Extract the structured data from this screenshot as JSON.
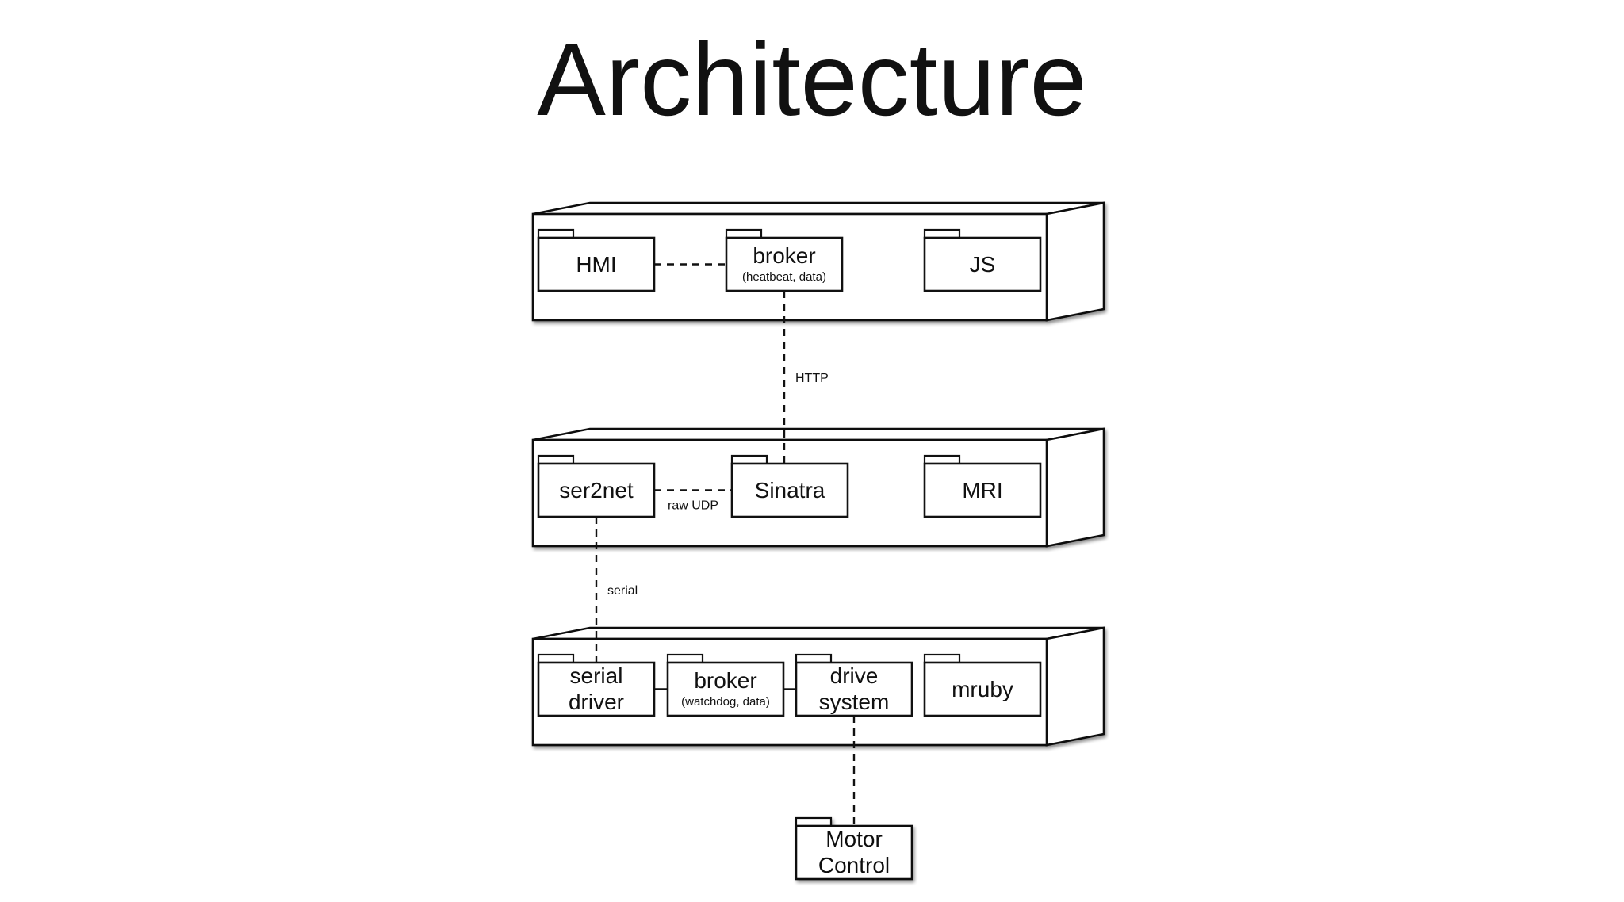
{
  "title": "Architecture",
  "nodes": [
    {
      "packages": [
        {
          "label": "HMI",
          "sub": ""
        },
        {
          "label": "broker",
          "sub": "(heatbeat, data)"
        },
        {
          "label": "JS",
          "sub": ""
        }
      ]
    },
    {
      "packages": [
        {
          "label": "ser2net",
          "sub": ""
        },
        {
          "label": "Sinatra",
          "sub": ""
        },
        {
          "label": "MRI",
          "sub": ""
        }
      ]
    },
    {
      "packages": [
        {
          "label": "serial\ndriver",
          "sub": ""
        },
        {
          "label": "broker",
          "sub": "(watchdog, data)"
        },
        {
          "label": "drive\nsystem",
          "sub": ""
        },
        {
          "label": "mruby",
          "sub": ""
        }
      ]
    }
  ],
  "standalone": {
    "label": "Motor\nControl",
    "sub": ""
  },
  "connections": [
    {
      "from": "HMI",
      "to": "broker (heatbeat, data)",
      "style": "dashed",
      "label": ""
    },
    {
      "from": "broker (heatbeat, data)",
      "to": "Sinatra",
      "style": "dashed",
      "label": "HTTP"
    },
    {
      "from": "ser2net",
      "to": "Sinatra",
      "style": "dashed",
      "label": "raw UDP"
    },
    {
      "from": "ser2net",
      "to": "serial driver",
      "style": "dashed",
      "label": "serial"
    },
    {
      "from": "serial driver",
      "to": "broker (watchdog, data)",
      "style": "solid",
      "label": ""
    },
    {
      "from": "broker (watchdog, data)",
      "to": "drive system",
      "style": "solid",
      "label": ""
    },
    {
      "from": "drive system",
      "to": "Motor Control",
      "style": "dashed",
      "label": ""
    }
  ]
}
